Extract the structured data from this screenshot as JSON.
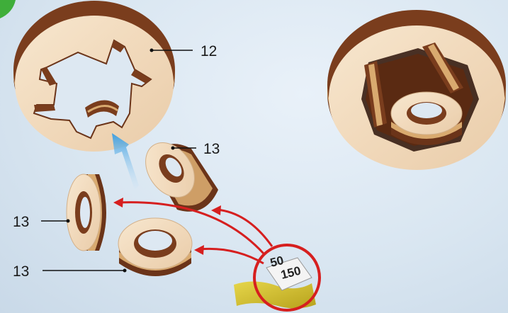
{
  "diagram": {
    "callouts": {
      "top_disc": "12",
      "ring_top": "13",
      "ring_left": "13",
      "ring_bottom": "13"
    },
    "sandpaper": {
      "grit_main": "150",
      "grit_partial": "50"
    },
    "colors": {
      "background": "#dbe7f2",
      "wood_light": "#f2dcc0",
      "wood_dark": "#6b3419",
      "guide_arrow": "#d61f1f",
      "insert_arrow": "#5aaee0",
      "corner_leaf": "#3fae3a"
    }
  }
}
